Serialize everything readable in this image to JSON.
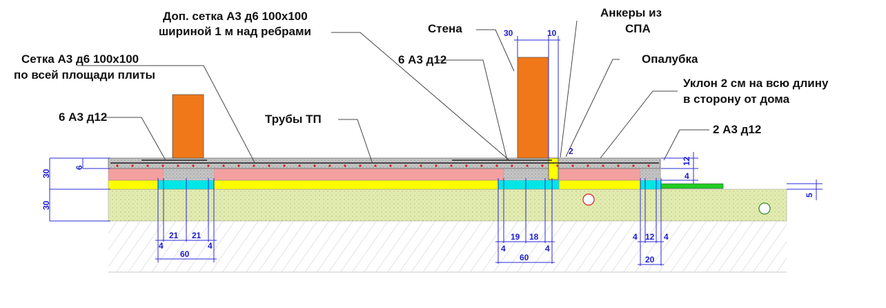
{
  "labels": {
    "mesh_main_1": "Сетка А3 д6 100х100",
    "mesh_main_2": "по всей площади плиты",
    "mesh_extra_1": "Доп. сетка А3 д6 100х100",
    "mesh_extra_2": "шириной 1 м над ребрами",
    "wall": "Стена",
    "anchors_1": "Анкеры из",
    "anchors_2": "СПА",
    "formwork": "Опалубка",
    "slope_1": "Уклон 2 см на всю длину",
    "slope_2": "в сторону от дома",
    "rebar_left": "6 А3 д12",
    "rebar_mid": "6 А3 д12",
    "rebar_right": "2 А3 д12",
    "pipes": "Трубы ТП"
  },
  "dimensions": {
    "left_total": "30",
    "left_mesh": "6",
    "left_bottom": "30",
    "wall_width": "30",
    "gap_width": "10",
    "step": "2",
    "edge_top": "12",
    "edge_mid": "4",
    "slope_drop": "5",
    "rib1_a": "21",
    "rib1_b": "21",
    "rib1_c": "4",
    "rib1_d": "4",
    "rib1_total": "60",
    "rib2_a": "19",
    "rib2_b": "18",
    "rib2_c": "4",
    "rib2_d": "4",
    "rib2_total": "60",
    "rib3_a": "4",
    "rib3_b": "12",
    "rib3_c": "4",
    "rib3_total": "20"
  },
  "colors": {
    "wall": "#f07818",
    "slab": "#c0c0c0",
    "insulation_pink": "#f4a0a0",
    "insulation_yellow": "#ffff00",
    "rib_cyan": "#00e6e6",
    "soil": "#e2ebb0",
    "dim_blue": "#2a2ad8",
    "grass": "#22cc22"
  }
}
